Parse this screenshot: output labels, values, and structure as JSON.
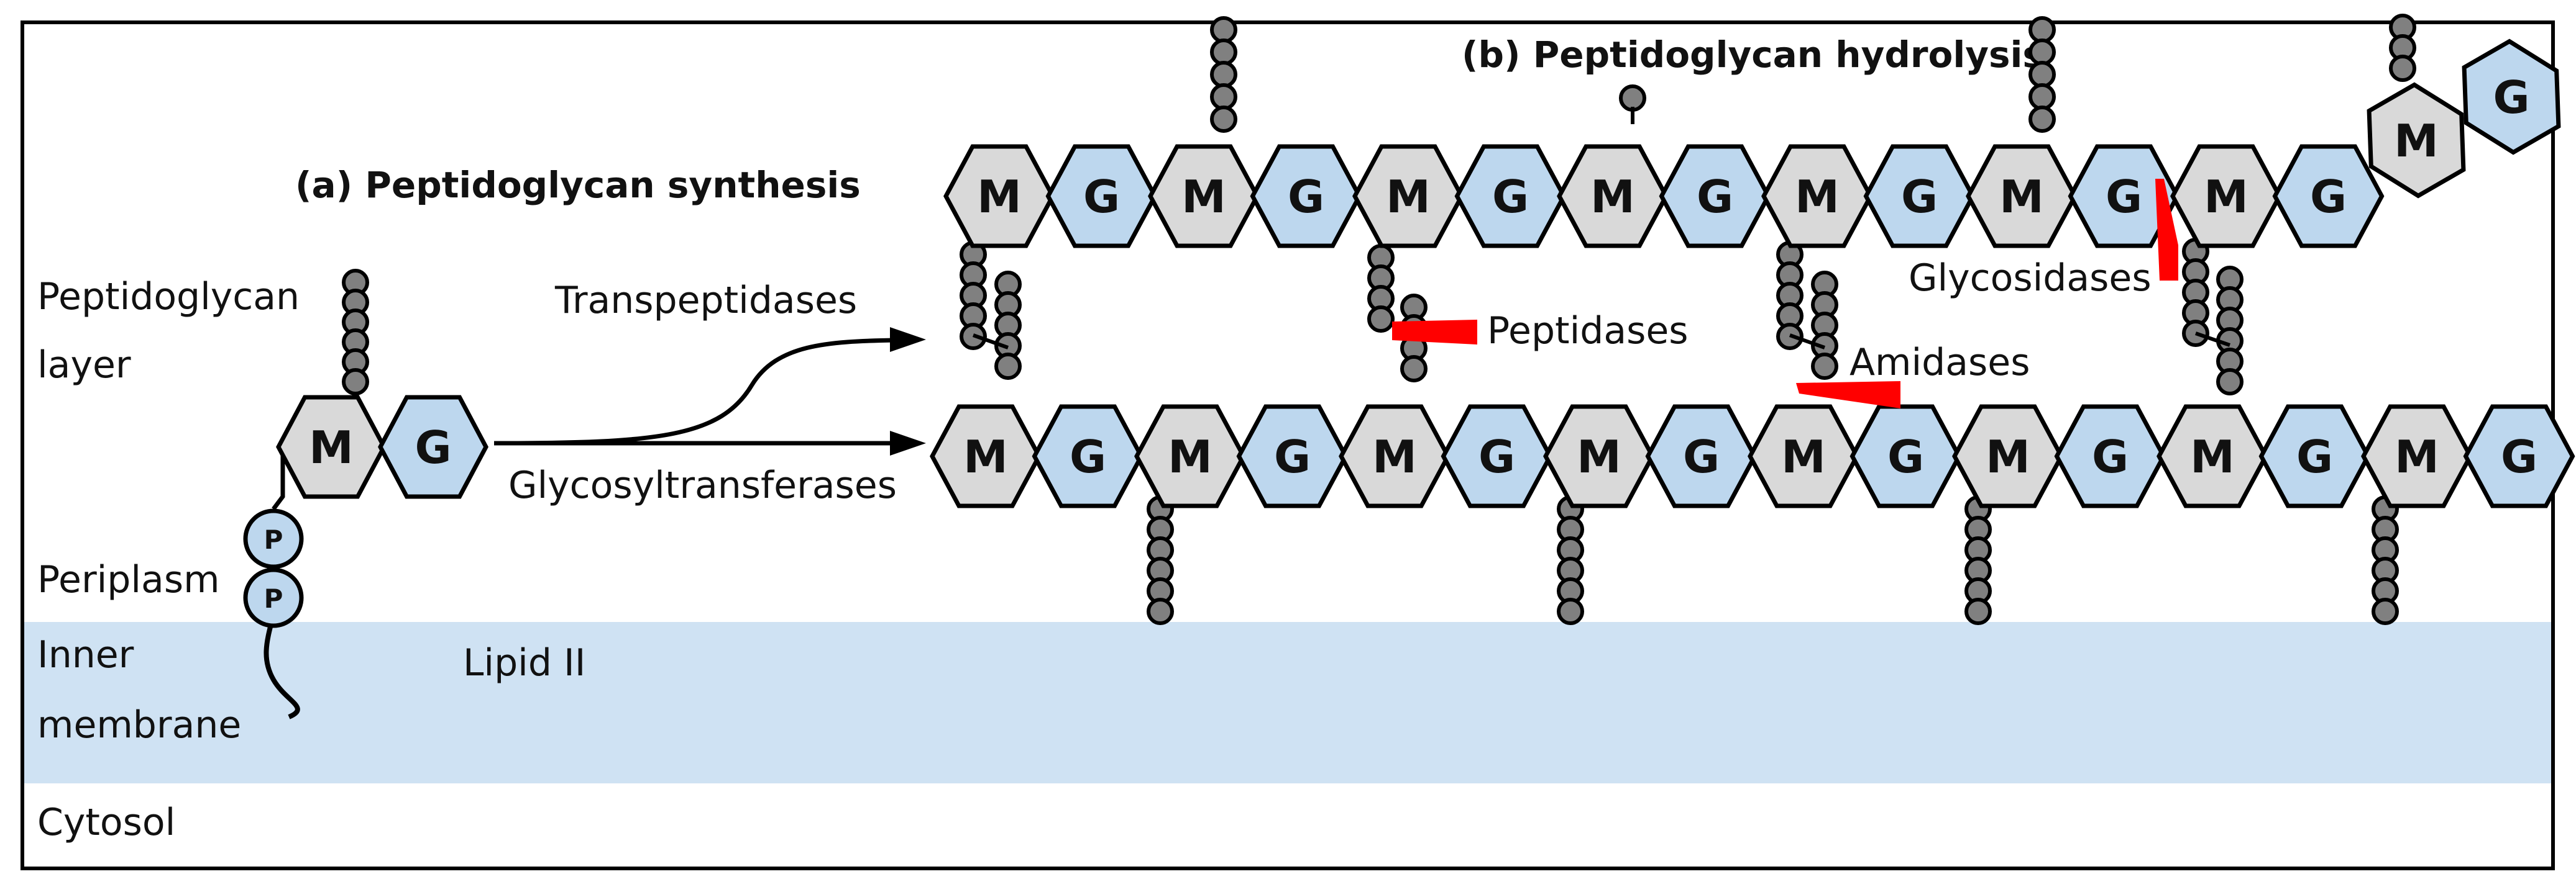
{
  "titles": {
    "synthesis": "(a) Peptidoglycan synthesis",
    "hydrolysis": "(b) Peptidoglycan hydrolysis"
  },
  "regions": {
    "peptidoglycan_layer": [
      "Peptidoglycan",
      "layer"
    ],
    "periplasm": "Periplasm",
    "inner_membrane": [
      "Inner",
      "membrane"
    ],
    "cytosol": "Cytosol"
  },
  "labels": {
    "lipid_ii": "Lipid II",
    "transpeptidases": "Transpeptidases",
    "glycosyltransferases": "Glycosyltransferases",
    "peptidases": "Peptidases",
    "amidases": "Amidases",
    "glycosidases": "Glycosidases"
  },
  "units": {
    "M": "M",
    "G": "G",
    "phosphate": "P"
  },
  "chains": {
    "upper": [
      "M",
      "G",
      "M",
      "G",
      "M",
      "G",
      "M",
      "G",
      "M",
      "G",
      "M",
      "G",
      "M",
      "G"
    ],
    "lower": [
      "M",
      "G",
      "M",
      "G",
      "M",
      "G",
      "M",
      "G",
      "M",
      "G",
      "M",
      "G",
      "M",
      "G",
      "M",
      "G"
    ],
    "released": [
      "M",
      "G"
    ]
  },
  "colors": {
    "muramic": "#d9d9d9",
    "glucosamine": "#bdd7ee",
    "membrane": "#cfe2f3",
    "peptide": "#808080",
    "cleavage": "#ff0000",
    "outline": "#000000"
  }
}
